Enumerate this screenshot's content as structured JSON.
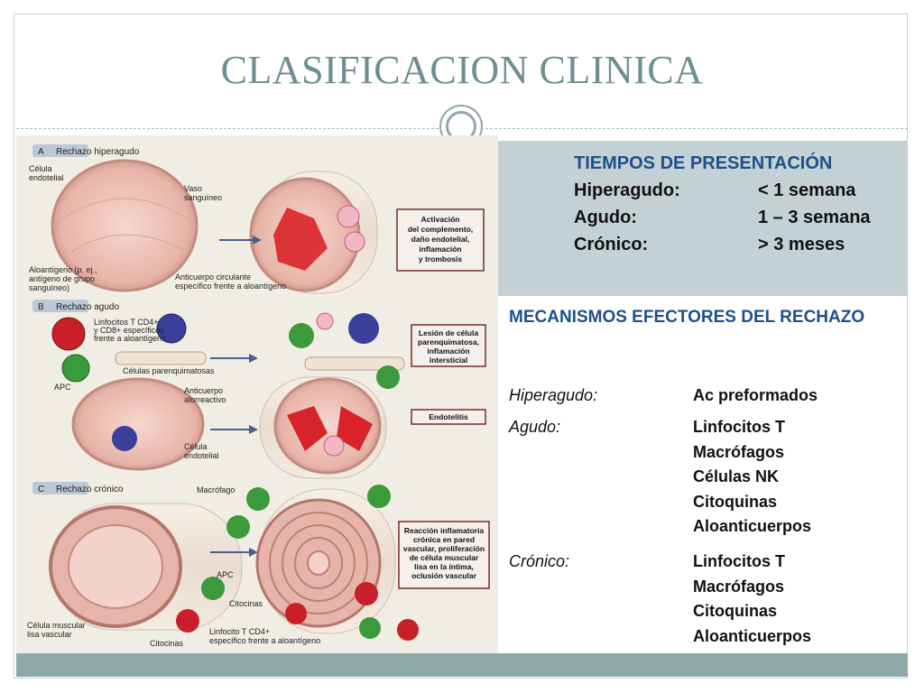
{
  "title": "CLASIFICACION CLINICA",
  "tiempos": {
    "heading": "TIEMPOS DE PRESENTACIÓN",
    "rows": [
      {
        "label": "Hiperagudo:",
        "value": "< 1 semana"
      },
      {
        "label": "Agudo:",
        "value": "1 – 3 semana"
      },
      {
        "label": "Crónico:",
        "value": "> 3 meses"
      }
    ]
  },
  "mecanismos": {
    "heading": "MECANISMOS EFECTORES DEL RECHAZO",
    "rows": [
      {
        "label": "Hiperagudo:",
        "values": [
          "Ac preformados"
        ]
      },
      {
        "label": "Agudo:",
        "values": [
          "Linfocitos T",
          "Macrófagos",
          "Células NK",
          "Citoquinas",
          "Aloanticuerpos"
        ]
      },
      {
        "label": "Crónico:",
        "values": [
          "Linfocitos T",
          "Macrófagos",
          "Citoquinas",
          "Aloanticuerpos"
        ]
      }
    ]
  },
  "figure": {
    "panel_a": {
      "letter": "A",
      "header": "Rechazo hiperagudo",
      "labels": [
        "Célula",
        "endotelial",
        "Vaso",
        "sanguíneo",
        "Aloantígeno (p. ej.,",
        "antígeno de grupo",
        "sanguíneo)",
        "Anticuerpo circulante",
        "específico frente a aloantígeno"
      ],
      "box": [
        "Activación",
        "del complemento,",
        "daño endotelial,",
        "inflamación",
        "y trombosis"
      ]
    },
    "panel_b": {
      "letter": "B",
      "header": "Rechazo agudo",
      "labels": [
        "Linfocitos T CD4+",
        "y CD8+ específicos",
        "frente a aloantígeno",
        "Células parenquimatosas",
        "APC",
        "Anticuerpo",
        "alorreactivo",
        "Célula",
        "endotelial"
      ],
      "box1": [
        "Lesión de célula",
        "parenquimatosa,",
        "inflamación",
        "intersticial"
      ],
      "box2": [
        "Endotelitis"
      ]
    },
    "panel_c": {
      "letter": "C",
      "header": "Rechazo crónico",
      "labels": [
        "Macrófago",
        "APC",
        "Citocinas",
        "Célula muscular",
        "lisa vascular",
        "Citocinas",
        "Linfocito T CD4+",
        "específico frente a aloantígeno"
      ],
      "box": [
        "Reacción inflamatoria",
        "crónica en pared",
        "vascular, proliferación",
        "de célula muscular",
        "lisa en la íntima,",
        "oclusión vascular"
      ]
    }
  }
}
